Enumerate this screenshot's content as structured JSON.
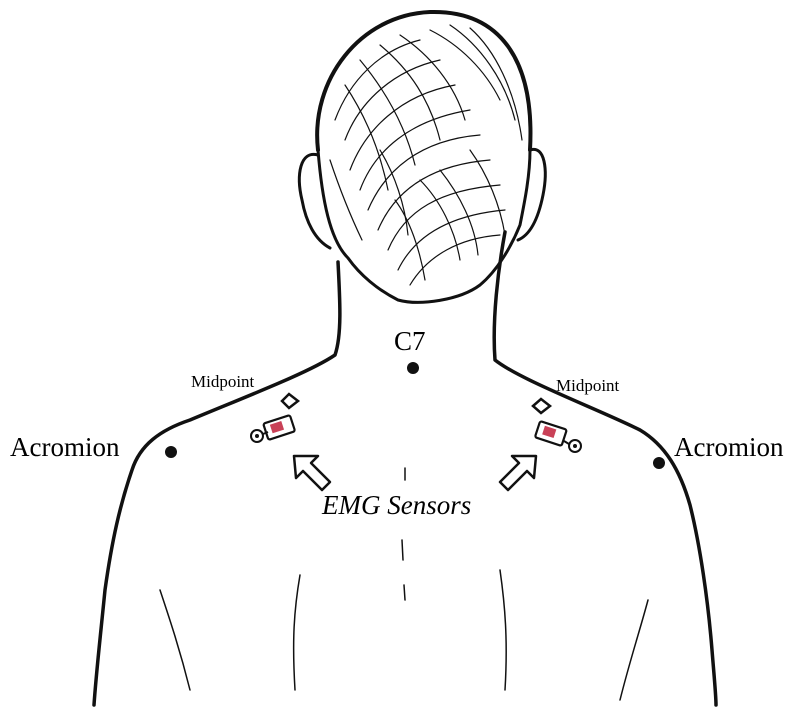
{
  "labels": {
    "c7": "C7",
    "midpoint_left": "Midpoint",
    "midpoint_right": "Midpoint",
    "acromion_left": "Acromion",
    "acromion_right": "Acromion",
    "emg_sensors": "EMG Sensors"
  },
  "colors": {
    "ink": "#111111",
    "sensor_accent": "#c0203a"
  }
}
